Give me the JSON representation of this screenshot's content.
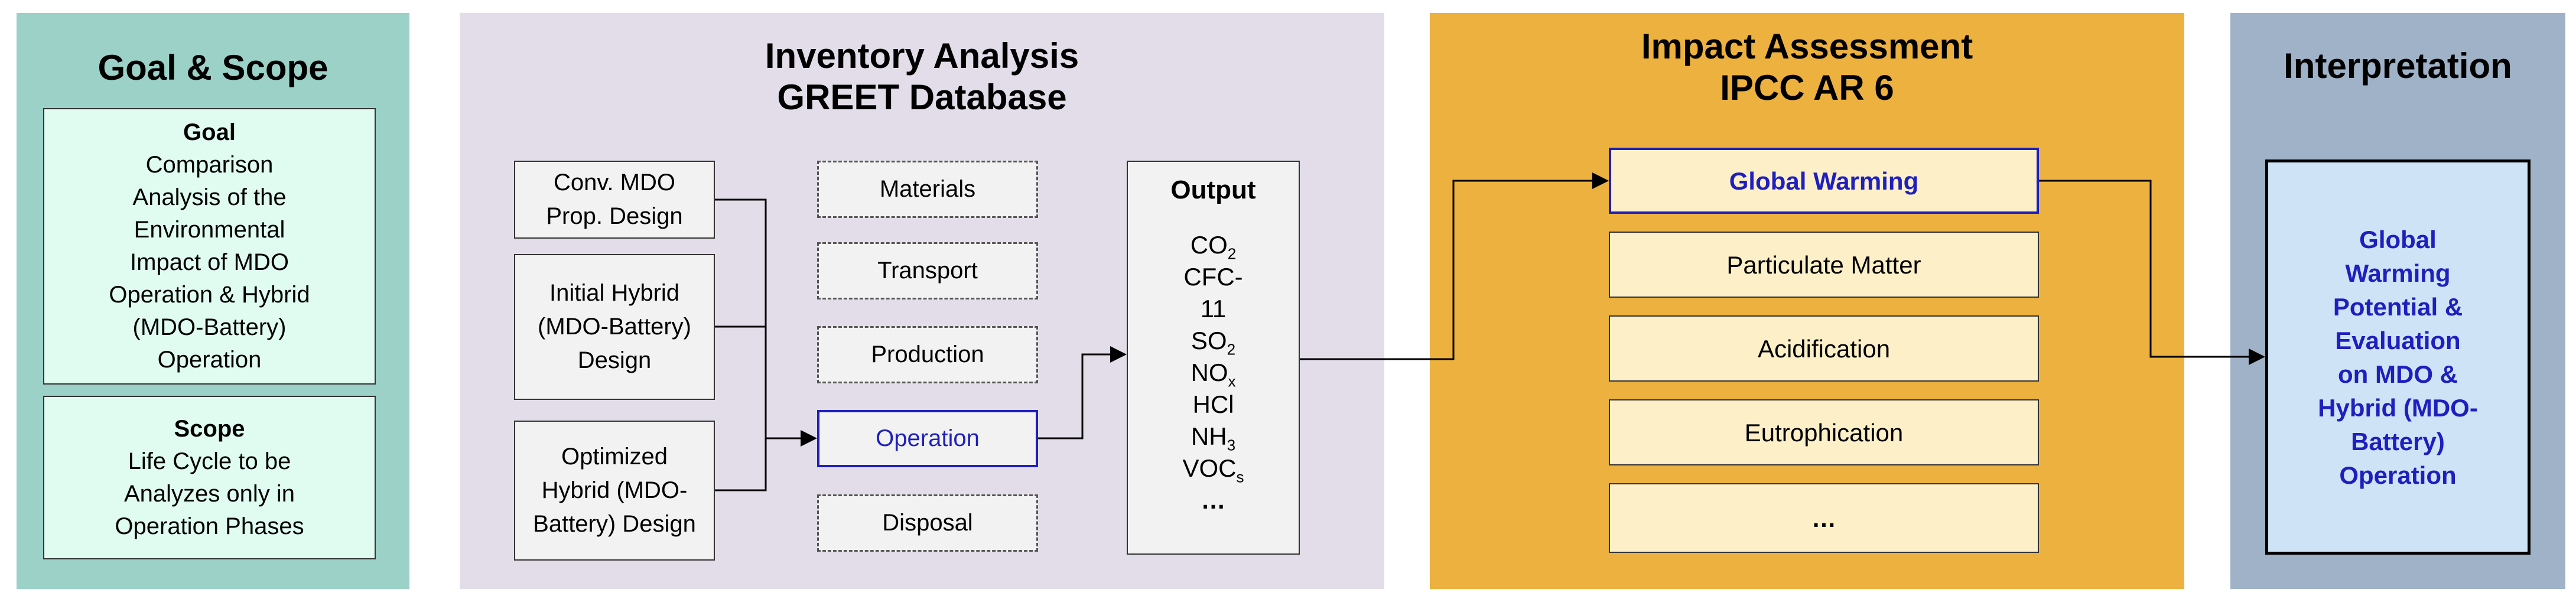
{
  "colors": {
    "goal_scope_bg": "#9bd1c6",
    "inventory_bg": "#e2dde8",
    "impact_bg": "#ecb13e",
    "interpretation_bg": "#9fb2c7",
    "highlight_blue": "#1f1fbf"
  },
  "goal_scope": {
    "title": "Goal & Scope",
    "goal": {
      "heading": "Goal",
      "lines": [
        "Comparison",
        "Analysis of the",
        "Environmental",
        "Impact of MDO",
        "Operation & Hybrid",
        "(MDO-Battery)",
        "Operation"
      ]
    },
    "scope": {
      "heading": "Scope",
      "lines": [
        "Life Cycle to be",
        "Analyzes only in",
        "Operation Phases"
      ]
    }
  },
  "inventory": {
    "title_line1": "Inventory Analysis",
    "title_line2": "GREET Database",
    "designs": [
      {
        "lines": [
          "Conv. MDO",
          "Prop. Design"
        ]
      },
      {
        "lines": [
          "Initial Hybrid",
          "(MDO-Battery)",
          "Design"
        ]
      },
      {
        "lines": [
          "Optimized",
          "Hybrid (MDO-",
          "Battery) Design"
        ]
      }
    ],
    "phases": [
      "Materials",
      "Transport",
      "Production",
      "Operation",
      "Disposal"
    ],
    "output": {
      "heading": "Output",
      "items": [
        {
          "base": "CO",
          "sub": "2"
        },
        {
          "base": "CFC-",
          "sub": ""
        },
        {
          "base": "11",
          "sub": ""
        },
        {
          "base": "SO",
          "sub": "2"
        },
        {
          "base": "NO",
          "sub": "x"
        },
        {
          "base": "HCl",
          "sub": ""
        },
        {
          "base": "NH",
          "sub": "3"
        },
        {
          "base": "VOC",
          "sub": "s"
        },
        {
          "base": "…",
          "sub": ""
        }
      ]
    }
  },
  "impact": {
    "title_line1": "Impact Assessment",
    "title_line2": "IPCC AR 6",
    "categories": [
      "Global Warming",
      "Particulate Matter",
      "Acidification",
      "Eutrophication",
      "…"
    ]
  },
  "interpretation": {
    "title": "Interpretation",
    "lines": [
      "Global",
      "Warming",
      "Potential &",
      "Evaluation",
      "on MDO &",
      "Hybrid (MDO-",
      "Battery)",
      "Operation"
    ]
  }
}
